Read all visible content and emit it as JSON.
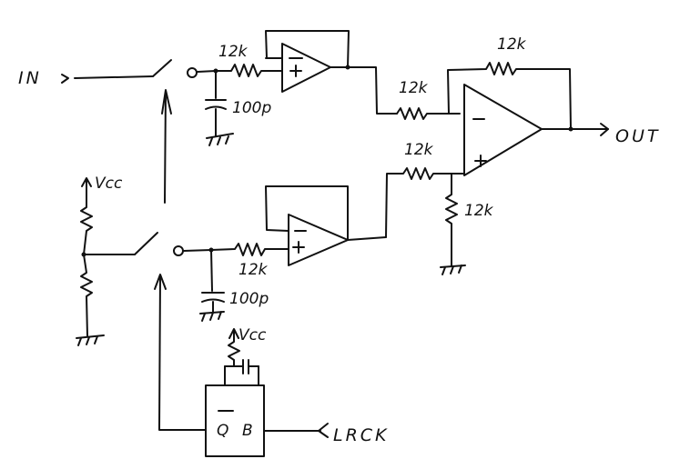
{
  "labels": {
    "in": "IN",
    "out": "OUT",
    "vcc_top": "Vcc",
    "vcc_bottom": "Vcc",
    "lrck": "LRCK",
    "q_bar": "Q",
    "b": "B",
    "opamp_minus": "−",
    "opamp_plus": "+"
  },
  "components": {
    "r_in_top": "12k",
    "c_top": "100p",
    "r_in_bottom": "12k",
    "c_bottom": "100p",
    "r_feedback": "12k",
    "r_sum_top": "12k",
    "r_sum_bottom": "12k",
    "r_ground": "12k"
  }
}
